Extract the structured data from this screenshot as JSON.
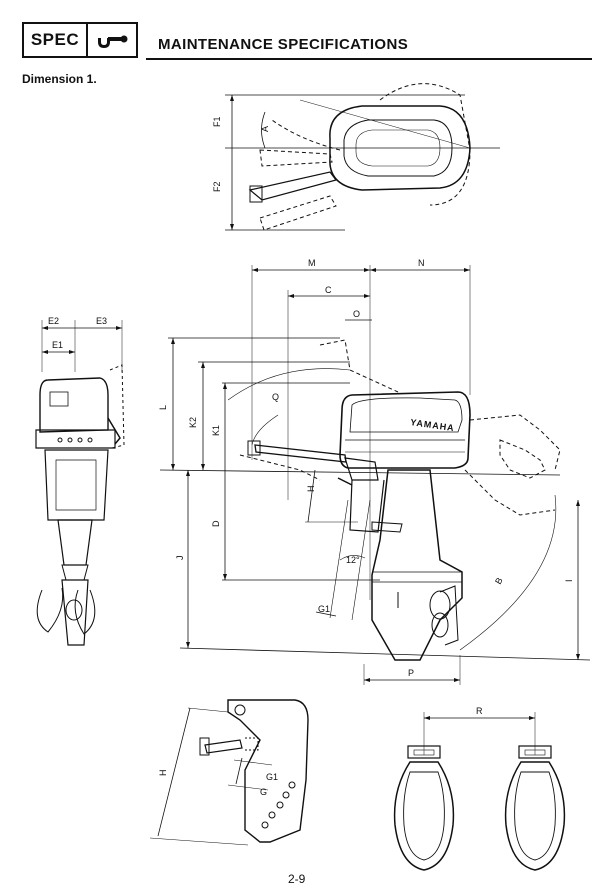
{
  "header": {
    "spec_label": "SPEC",
    "spec_icon": "wrench-icon",
    "title": "MAINTENANCE SPECIFICATIONS"
  },
  "subtitle": "Dimension 1.",
  "brand_text": "YAMAHA",
  "labels": {
    "F1": "F1",
    "F2": "F2",
    "A": "A",
    "M": "M",
    "N": "N",
    "C": "C",
    "O": "O",
    "Q": "Q",
    "L": "L",
    "K2": "K2",
    "K1": "K1",
    "H": "H",
    "D": "D",
    "J": "J",
    "G1": "G1",
    "angle": "12°",
    "B": "B",
    "I": "I",
    "P": "P",
    "E2": "E2",
    "E3": "E3",
    "E1": "E1",
    "H_bracket": "H",
    "G1_bracket": "G1",
    "G_bracket": "G",
    "R": "R"
  },
  "page_number": "2-9"
}
